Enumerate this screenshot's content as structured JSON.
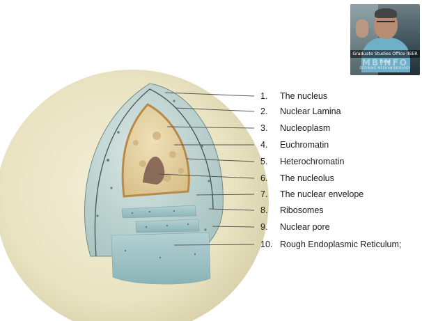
{
  "labels": [
    {
      "num": "1.",
      "text": "The nucleus"
    },
    {
      "num": "2.",
      "text": "Nuclear Lamina"
    },
    {
      "num": "3.",
      "text": "Nucleoplasm"
    },
    {
      "num": "4.",
      "text": "Euchromatin"
    },
    {
      "num": "5.",
      "text": "Heterochromatin"
    },
    {
      "num": "6.",
      "text": "The nucleolus"
    },
    {
      "num": "7.",
      "text": "The nuclear envelope"
    },
    {
      "num": "8.",
      "text": "Ribosomes"
    },
    {
      "num": "9.",
      "text": "Nuclear pore"
    },
    {
      "num": "10.",
      "text": "Rough Endoplasmic Reticulum;"
    }
  ],
  "webcam": {
    "participant_name": "Graduate Studies Office IISER Pune",
    "brand_big": "MBINFO",
    "brand_small": "DEFINING MECHANOBIOLOGY"
  },
  "colors": {
    "cell": "#ece7c9",
    "nucleus_shell": "#bcd2cf",
    "nucleoplasm": "#e2cfa0",
    "nucleolus": "#8a6a58",
    "er": "#9fc3c6",
    "leader_line": "#555555"
  }
}
